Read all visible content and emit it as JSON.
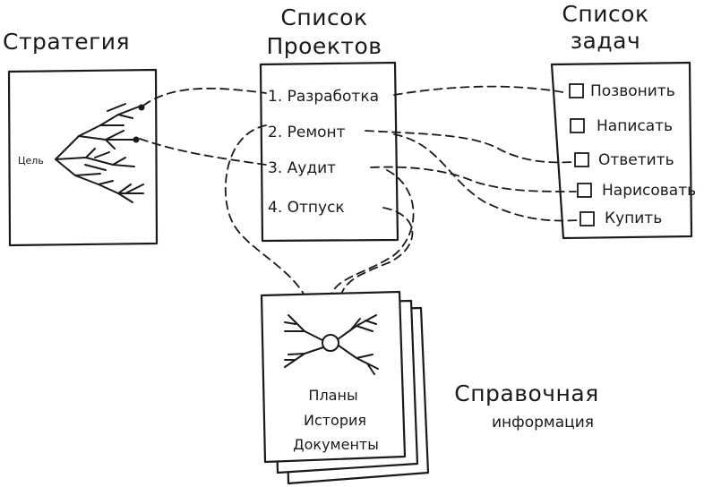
{
  "strategy": {
    "title": "Стратегия",
    "goal_label": "Цель"
  },
  "projects": {
    "title_line1": "Список",
    "title_line2": "Проектов",
    "items": [
      "1. Разработка",
      "2. Ремонт",
      "3. Аудит",
      "4. Отпуск"
    ]
  },
  "tasks": {
    "title_line1": "Список",
    "title_line2": "задач",
    "items": [
      "Позвонить",
      "Написать",
      "Ответить",
      "Нарисовать",
      "Купить"
    ]
  },
  "reference": {
    "label_line1": "Справочная",
    "label_line2": "информация",
    "doc_lines": [
      "Планы",
      "История",
      "Документы"
    ]
  }
}
